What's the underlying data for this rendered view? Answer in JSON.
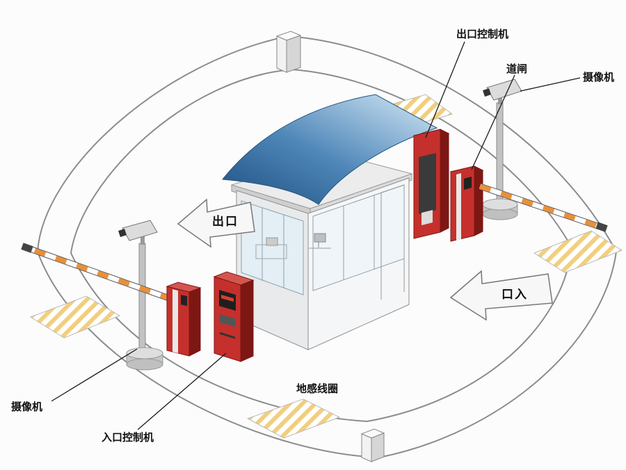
{
  "diagram": {
    "type": "parking-lot-management-system-diagram",
    "labels": {
      "exit_controller": "出口控制机",
      "barrier_gate": "道闸",
      "camera_right": "摄像机",
      "camera_left": "摄像机",
      "entrance_controller": "入口控制机",
      "ground_loop": "地感线圈",
      "exit_arrow": "出口",
      "entrance_arrow": "口入"
    },
    "colors": {
      "background": "#fcfcfc",
      "road_line": "#8c8c8c",
      "machine_red": "#c5302c",
      "machine_red_dark": "#7d1713",
      "canopy_blue": "#4e86b8",
      "loop_yellow": "#f2cf7e",
      "arm_stripe_orange": "#e8903a",
      "label_text": "#111111"
    }
  }
}
